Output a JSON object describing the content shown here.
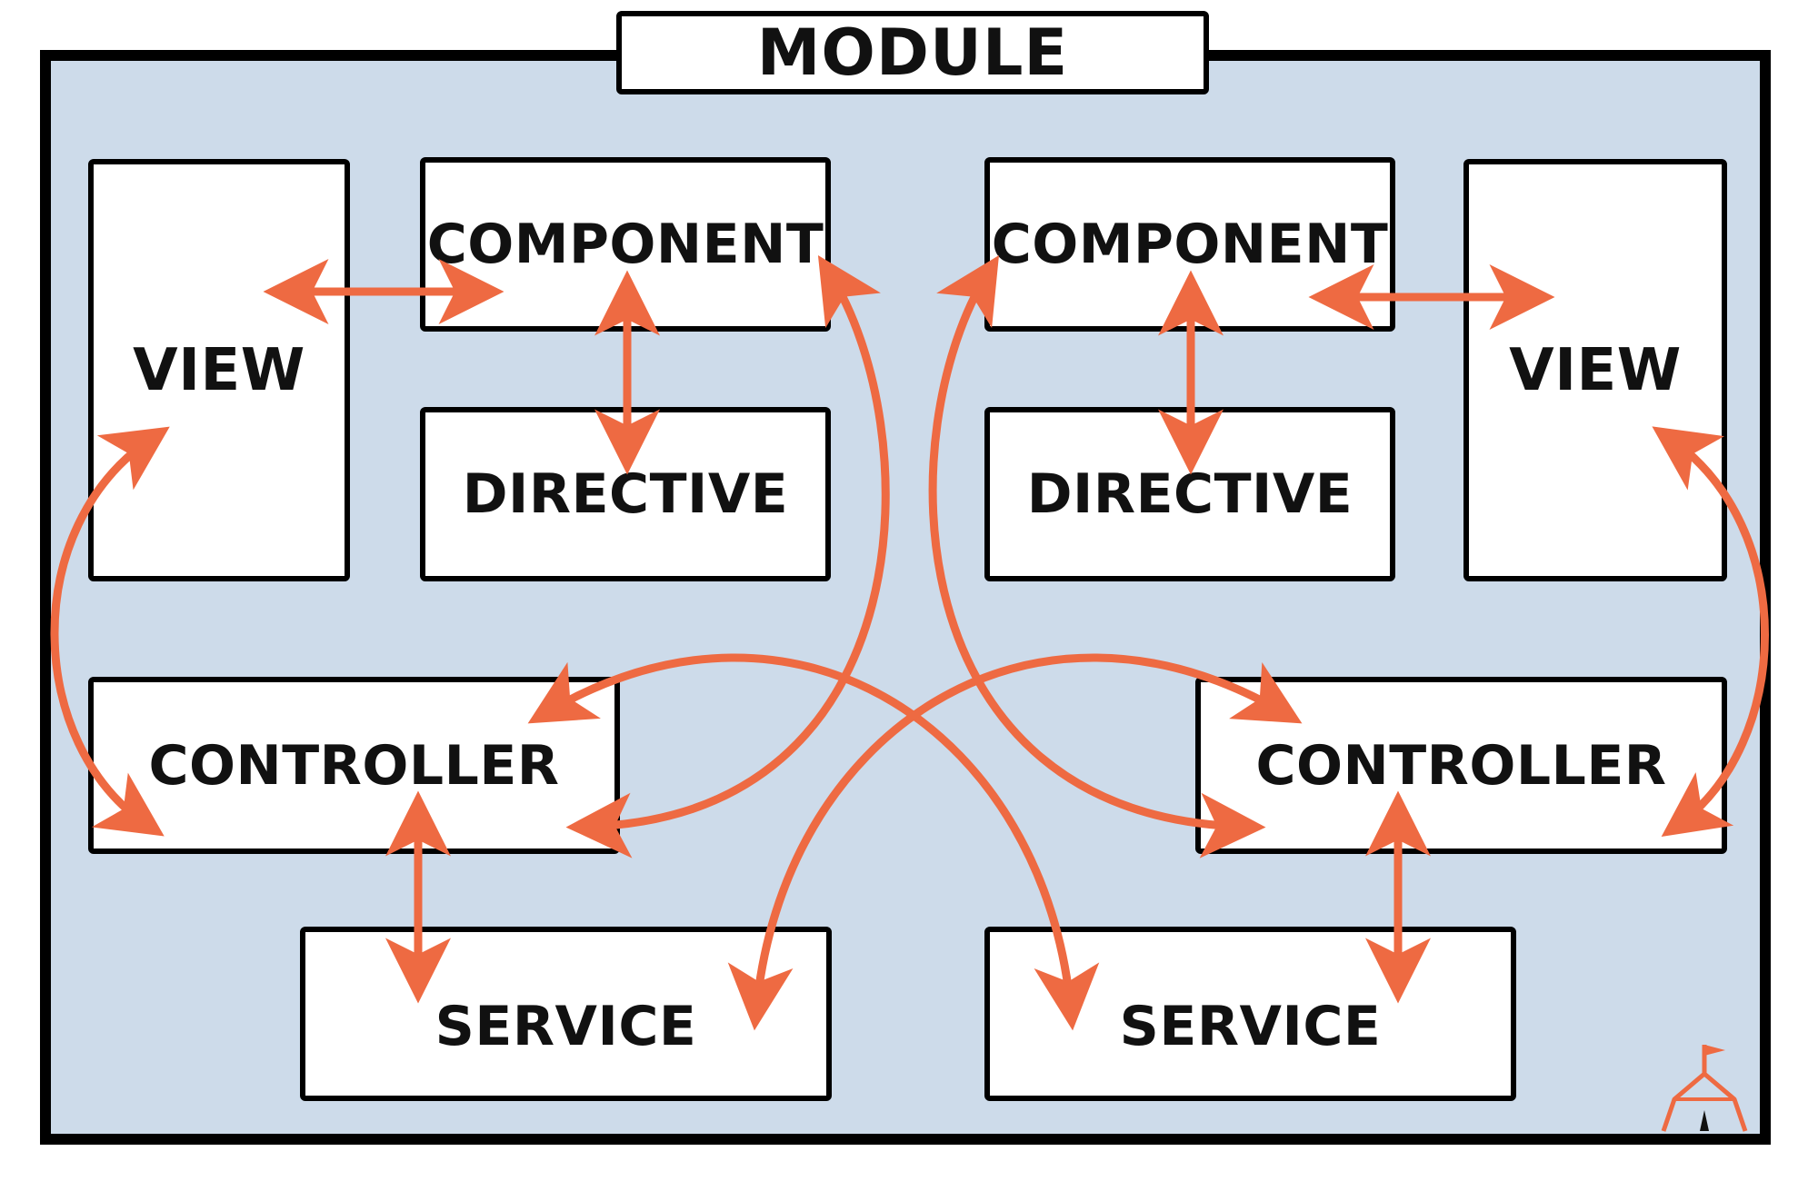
{
  "diagram": {
    "module_label": "MODULE",
    "left": {
      "view": "VIEW",
      "component": "COMPONENT",
      "directive": "DIRECTIVE",
      "controller": "CONTROLLER",
      "service": "SERVICE"
    },
    "right": {
      "view": "VIEW",
      "component": "COMPONENT",
      "directive": "DIRECTIVE",
      "controller": "CONTROLLER",
      "service": "SERVICE"
    },
    "arrow_color": "#ee6a42",
    "background_color": "#cddbea",
    "logo_icon": "tent-flag-icon"
  }
}
